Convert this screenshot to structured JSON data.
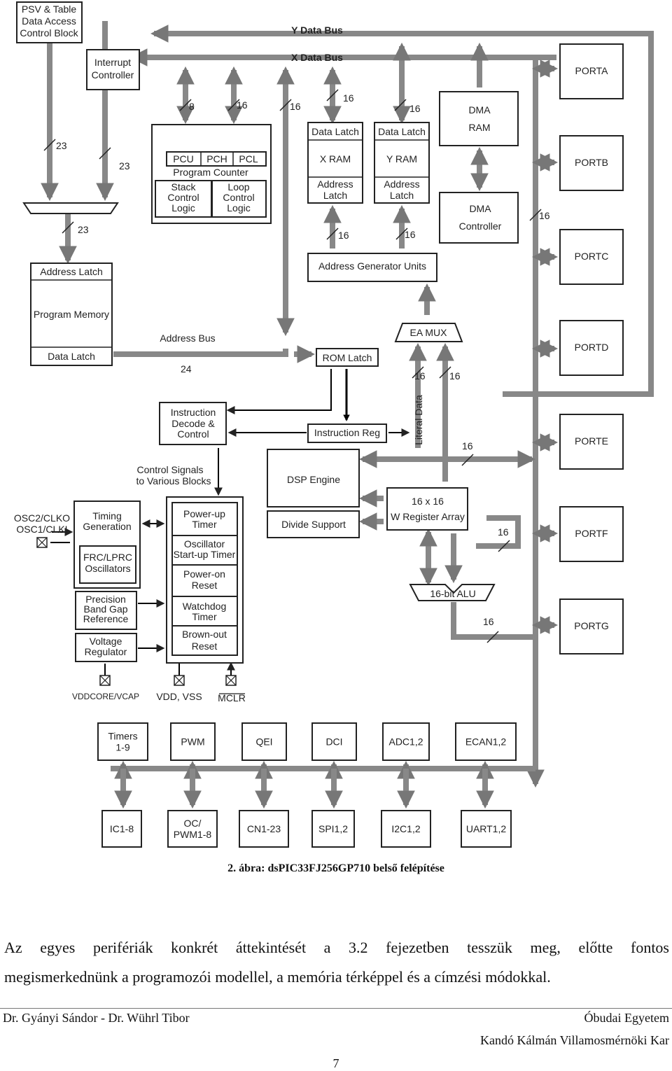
{
  "diagram": {
    "blocks": {
      "psv_table": [
        "PSV & Table",
        "Data Access",
        "Control Block"
      ],
      "interrupt_controller": [
        "Interrupt",
        "Controller"
      ],
      "y_data_bus": "Y Data Bus",
      "x_data_bus": "X Data Bus",
      "pcu": "PCU",
      "pch": "PCH",
      "pcl": "PCL",
      "program_counter": "Program Counter",
      "stack_control": [
        "Stack",
        "Control",
        "Logic"
      ],
      "loop_control": [
        "Loop",
        "Control",
        "Logic"
      ],
      "x_data_latch": "Data Latch",
      "x_ram": "X RAM",
      "x_address_latch": [
        "Address",
        "Latch"
      ],
      "y_data_latch": "Data Latch",
      "y_ram": "Y RAM",
      "y_address_latch": [
        "Address",
        "Latch"
      ],
      "dma_ram": [
        "DMA",
        "RAM"
      ],
      "dma_controller": [
        "DMA",
        "Controller"
      ],
      "address_generator_units": "Address Generator Units",
      "address_latch": "Address Latch",
      "program_memory": "Program Memory",
      "data_latch": "Data Latch",
      "address_bus": "Address Bus",
      "rom_latch": "ROM Latch",
      "ea_mux": "EA MUX",
      "literal_data": "Literal Data",
      "instruction_decode": [
        "Instruction",
        "Decode &",
        "Control"
      ],
      "instruction_reg": "Instruction Reg",
      "control_signals": [
        "Control Signals",
        "to Various Blocks"
      ],
      "dsp_engine": "DSP Engine",
      "divide_support": "Divide Support",
      "w_register_array": [
        "16 x 16",
        "W Register Array"
      ],
      "alu": "16-bit ALU",
      "osc_pins": [
        "OSC2/CLKO",
        "OSC1/CLKI"
      ],
      "timing_generation": [
        "Timing",
        "Generation"
      ],
      "frc_lprc": [
        "FRC/LPRC",
        "Oscillators"
      ],
      "precision_band_gap": [
        "Precision",
        "Band Gap",
        "Reference"
      ],
      "voltage_regulator": [
        "Voltage",
        "Regulator"
      ],
      "powerup_timer": [
        "Power-up",
        "Timer"
      ],
      "osc_startup_timer": [
        "Oscillator",
        "Start-up Timer"
      ],
      "poweron_reset": [
        "Power-on",
        "Reset"
      ],
      "watchdog_timer": [
        "Watchdog",
        "Timer"
      ],
      "brownout_reset": [
        "Brown-out",
        "Reset"
      ],
      "vddcore_vcap": "VDDCORE/VCAP",
      "vdd_vss": "VDD, VSS",
      "mclr": "MCLR"
    },
    "ports": [
      "PORTA",
      "PORTB",
      "PORTC",
      "PORTD",
      "PORTE",
      "PORTF",
      "PORTG"
    ],
    "peripherals_top": [
      [
        "Timers",
        "1-9"
      ],
      [
        "PWM"
      ],
      [
        "QEI"
      ],
      [
        "DCI"
      ],
      [
        "ADC1,2"
      ],
      [
        "ECAN1,2"
      ]
    ],
    "peripherals_bottom": [
      [
        "IC1-8"
      ],
      [
        "OC/",
        "PWM1-8"
      ],
      [
        "CN1-23"
      ],
      [
        "SPI1,2"
      ],
      [
        "I2C1,2"
      ],
      [
        "UART1,2"
      ]
    ],
    "bus_widths": {
      "psv_left": "23",
      "psv_right": "23",
      "mux_out": "23",
      "pcu_a": "8",
      "pcu_b": "16",
      "x_bus": "16",
      "xram_top": "16",
      "yram_top": "16",
      "xram_bottom": "16",
      "yram_bottom": "16",
      "ports_bus": "16",
      "addr_bus": "24",
      "ea_left": "16",
      "ea_right": "16",
      "wreg_top": "16",
      "wreg_right": "16",
      "alu_out": "16"
    }
  },
  "caption": "2. ábra: dsPIC33FJ256GP710 belső felépítése",
  "paragraph": {
    "line1": "Az egyes perifériák konkrét áttekintését a 3.2 fejezetben tesszük meg, előtte fontos",
    "line2": "megismerkednünk a programozói modellel, a memória térképpel és a címzési módokkal."
  },
  "footer": {
    "left": "Dr. Gyányi Sándor - Dr. Wührl Tibor",
    "right1": "Óbudai Egyetem",
    "right2": "Kandó Kálmán Villamosmérnöki Kar"
  },
  "page_number": "7"
}
